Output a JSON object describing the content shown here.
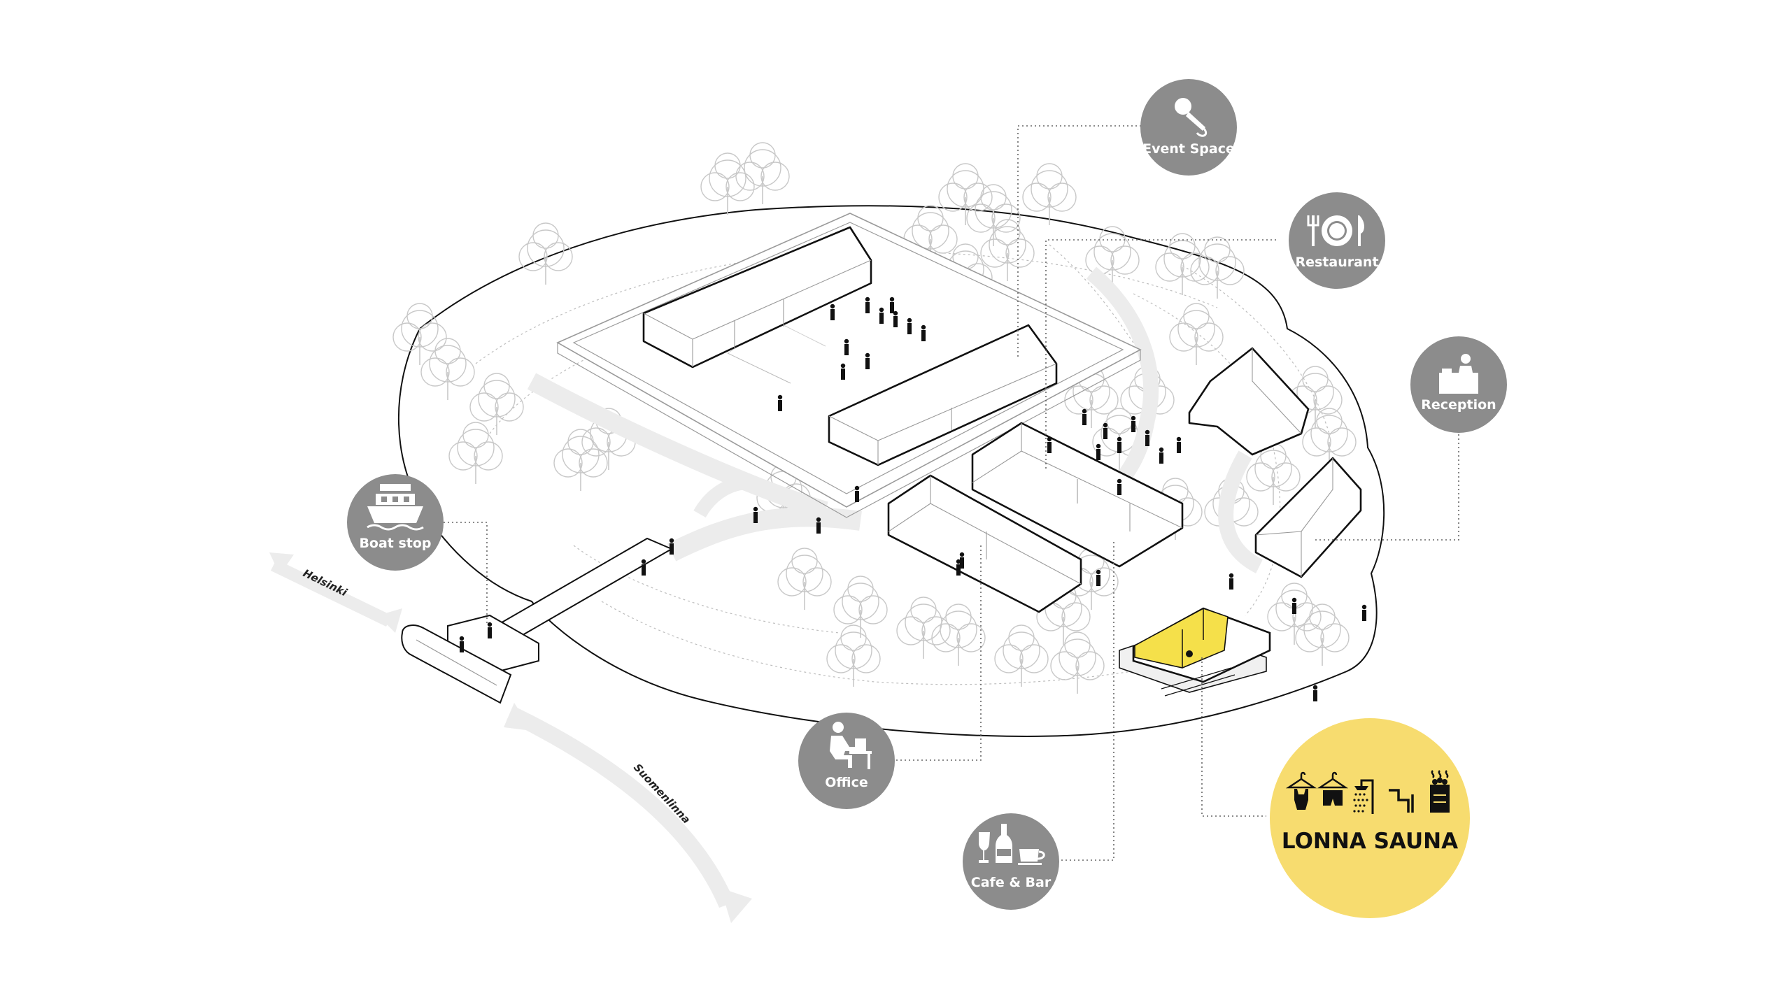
{
  "labels": {
    "event_space": "Event Space",
    "restaurant": "Restaurant",
    "reception": "Reception",
    "boat_stop": "Boat stop",
    "office": "Office",
    "cafe_bar": "Cafe & Bar",
    "sauna": "LONNA SAUNA"
  },
  "directions": {
    "helsinki": "Helsinki",
    "suomenlinna": "Suomenlinna"
  },
  "colors": {
    "circle_grey": "#8c8c8c",
    "sauna_yellow": "#f7dc6f",
    "highlight_yellow": "#f5e04a",
    "path_grey": "#ececec",
    "line_black": "#111111"
  },
  "icons": {
    "event_space": "microphone-icon",
    "restaurant": "plate-cutlery-icon",
    "reception": "reception-desk-icon",
    "boat_stop": "boat-icon",
    "office": "person-at-desk-icon",
    "cafe_bar": "wine-bottle-cup-icon",
    "sauna": [
      "swimsuit-hanger-icon",
      "trunks-hanger-icon",
      "shower-icon",
      "stairs-icon",
      "sauna-stove-icon"
    ]
  }
}
